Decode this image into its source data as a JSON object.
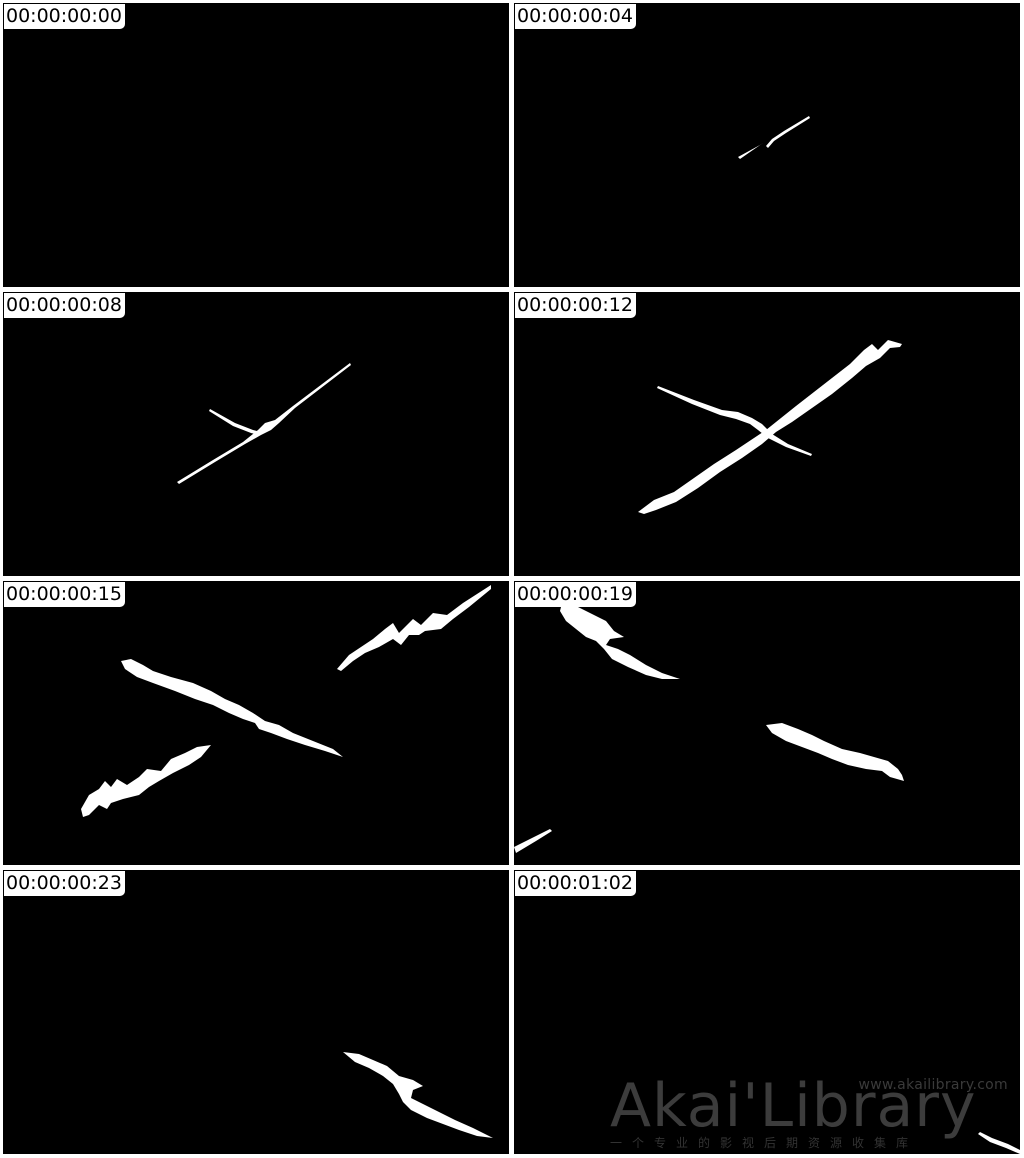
{
  "frames": [
    {
      "timecode": "00:00:00:00"
    },
    {
      "timecode": "00:00:00:04"
    },
    {
      "timecode": "00:00:00:08"
    },
    {
      "timecode": "00:00:00:12"
    },
    {
      "timecode": "00:00:00:15"
    },
    {
      "timecode": "00:00:00:19"
    },
    {
      "timecode": "00:00:00:23"
    },
    {
      "timecode": "00:00:01:02"
    }
  ],
  "watermark": {
    "url": "www.akailibrary.com",
    "logo": "Akai'Library",
    "tagline": "一个专业的影视后期资源收集库"
  },
  "colors": {
    "background": "#000000",
    "stroke": "#ffffff",
    "gutter": "#ffffff"
  }
}
